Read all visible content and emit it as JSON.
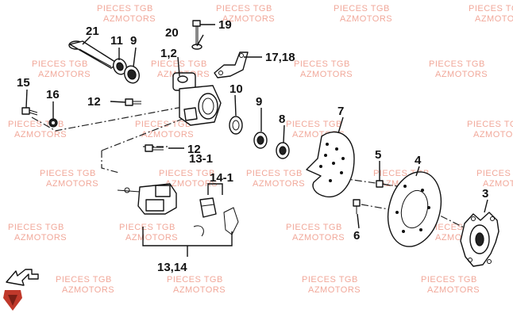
{
  "watermark": {
    "line1": "PIECES TGB",
    "line2": "AZMOTORS",
    "color": "#f1a89a"
  },
  "callouts": {
    "c1_2": "1,2",
    "c3": "3",
    "c4": "4",
    "c5": "5",
    "c6": "6",
    "c7": "7",
    "c8": "8",
    "c9a": "9",
    "c9b": "9",
    "c10": "10",
    "c11": "11",
    "c12a": "12",
    "c12b": "12",
    "c13_1": "13-1",
    "c13_14": "13,14",
    "c14_1": "14-1",
    "c15": "15",
    "c16": "16",
    "c17_18": "17,18",
    "c19": "19",
    "c20": "20",
    "c21": "21"
  },
  "colors": {
    "line": "#111111",
    "logo_red": "#c0392b"
  },
  "icons": {
    "direction": "arrow-direction-icon",
    "brand": "brand-shield-icon"
  }
}
